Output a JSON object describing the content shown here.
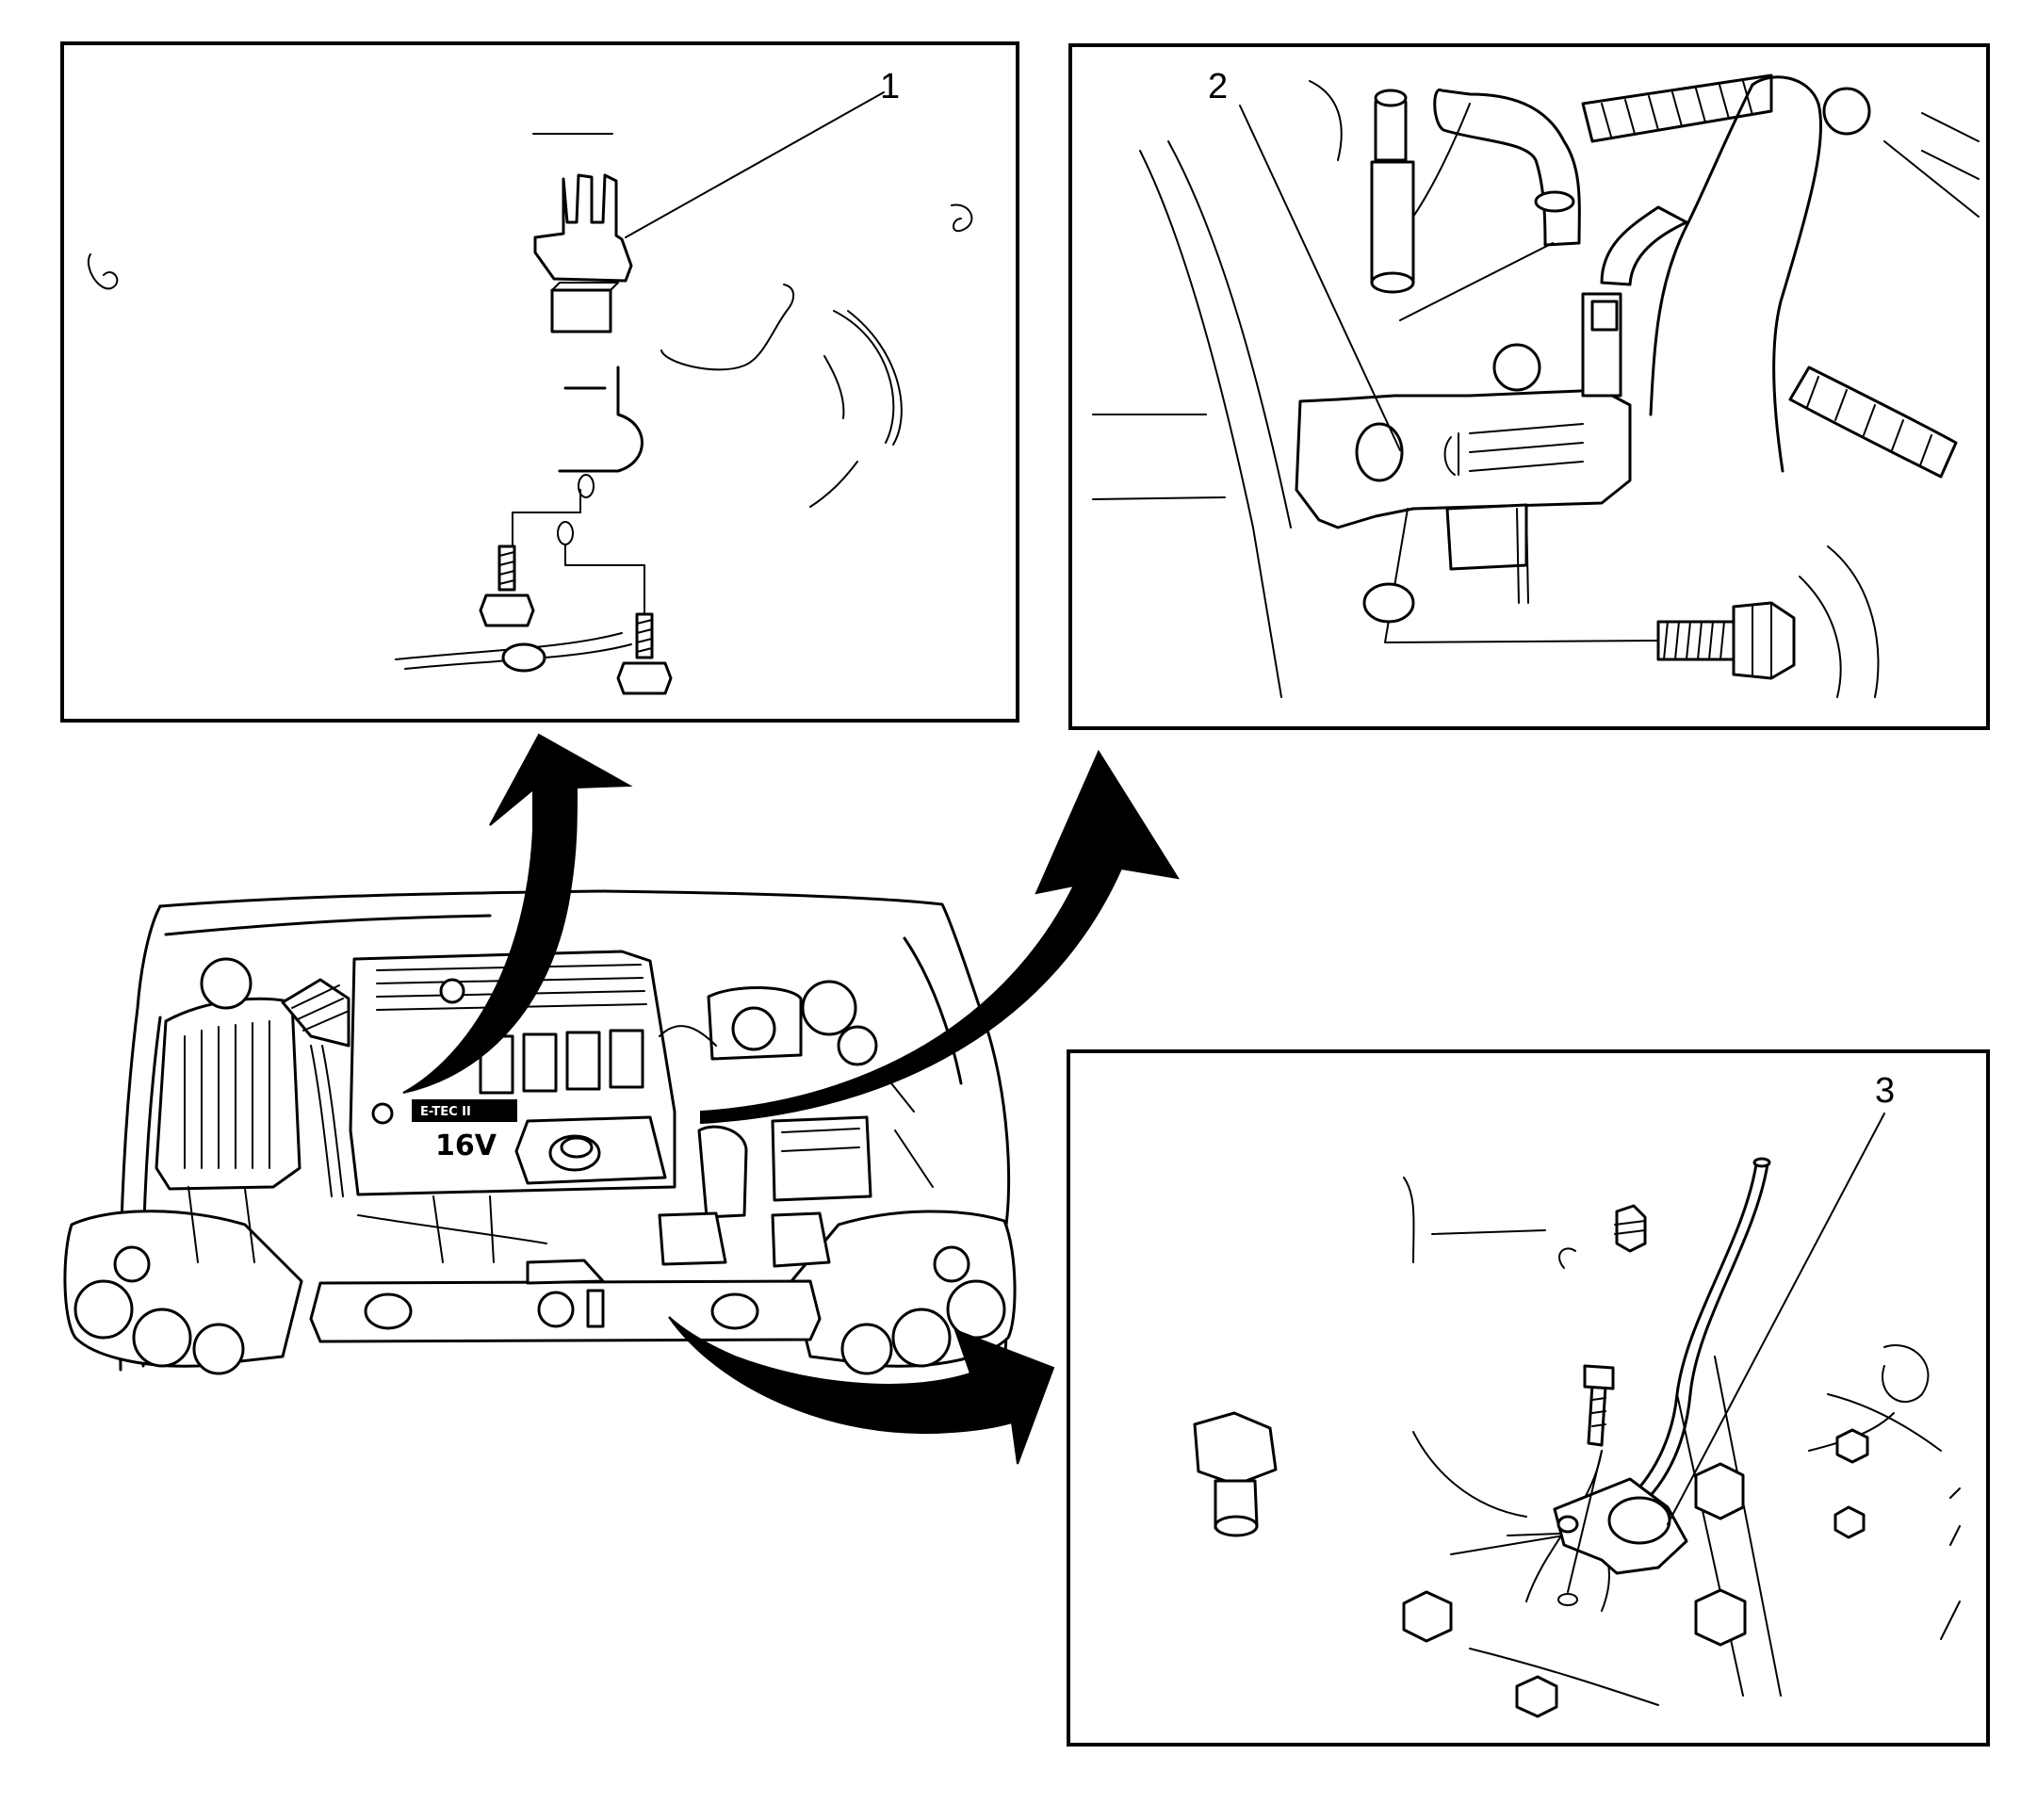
{
  "figure": {
    "callouts": {
      "item1": "1",
      "item2": "2",
      "item3": "3"
    },
    "engine_cover": {
      "badge_text": "16V",
      "brand_plate": "E-TEC II"
    },
    "colors": {
      "line": "#000000",
      "background": "#ffffff"
    },
    "icons": [
      "curved-arrow-icon",
      "bolt-icon",
      "sensor-icon",
      "nut-icon"
    ]
  }
}
